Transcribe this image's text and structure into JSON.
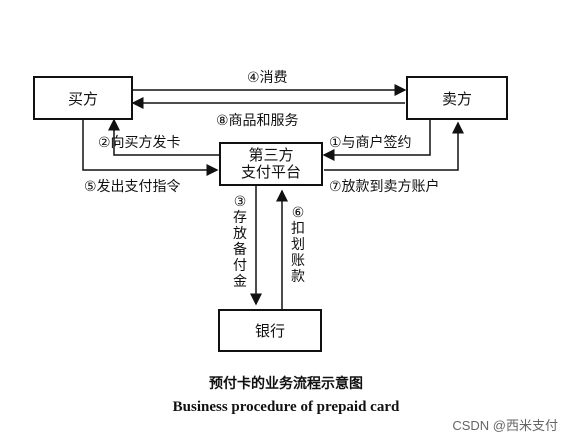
{
  "nodes": {
    "buyer": "买方",
    "seller": "卖方",
    "third_party_line1": "第三方",
    "third_party_line2": "支付平台",
    "bank": "银行"
  },
  "edges": {
    "e4": "④消费",
    "e8": "⑧商品和服务",
    "e2": "②向买方发卡",
    "e1": "①与商户签约",
    "e5": "⑤发出支付指令",
    "e7": "⑦放款到卖方账户",
    "e3": "③存放备付金",
    "e6": "⑥扣划账款"
  },
  "caption": {
    "cn": "预付卡的业务流程示意图",
    "en": "Business procedure of prepaid card"
  },
  "watermark": "CSDN @西米支付"
}
